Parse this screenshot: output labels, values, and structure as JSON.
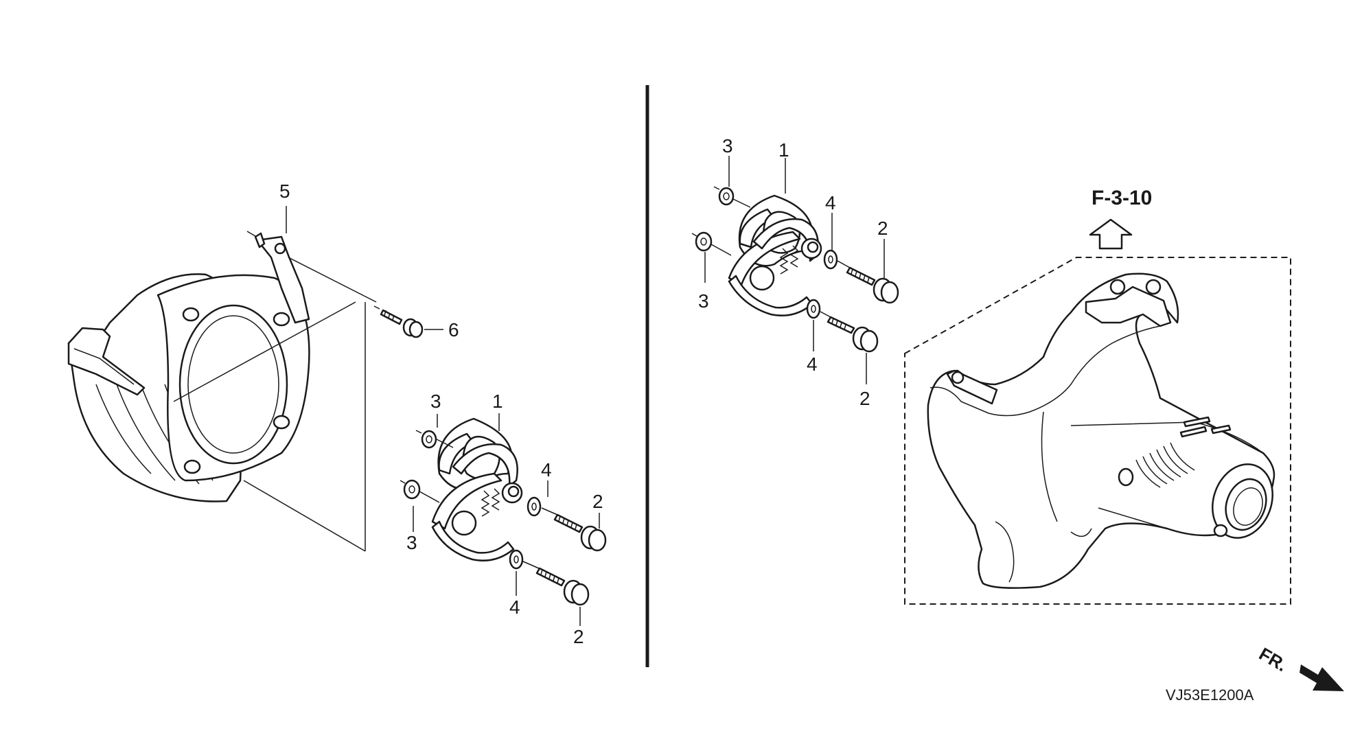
{
  "diagram": {
    "left_assembly": {
      "callouts": [
        {
          "id": "lcall-5",
          "text": "5"
        },
        {
          "id": "lcall-6",
          "text": "6"
        },
        {
          "id": "lcall-1",
          "text": "1"
        },
        {
          "id": "lcall-3a",
          "text": "3"
        },
        {
          "id": "lcall-3b",
          "text": "3"
        },
        {
          "id": "lcall-4a",
          "text": "4"
        },
        {
          "id": "lcall-4b",
          "text": "4"
        },
        {
          "id": "lcall-2a",
          "text": "2"
        },
        {
          "id": "lcall-2b",
          "text": "2"
        }
      ]
    },
    "right_assembly": {
      "callouts": [
        {
          "id": "rcall-3a",
          "text": "3"
        },
        {
          "id": "rcall-1",
          "text": "1"
        },
        {
          "id": "rcall-4a",
          "text": "4"
        },
        {
          "id": "rcall-2a",
          "text": "2"
        },
        {
          "id": "rcall-3b",
          "text": "3"
        },
        {
          "id": "rcall-4b",
          "text": "4"
        },
        {
          "id": "rcall-2b",
          "text": "2"
        }
      ],
      "reference_label": "F-3-10"
    },
    "front_indicator": "FR.",
    "diagram_code": "VJ53E1200A"
  }
}
